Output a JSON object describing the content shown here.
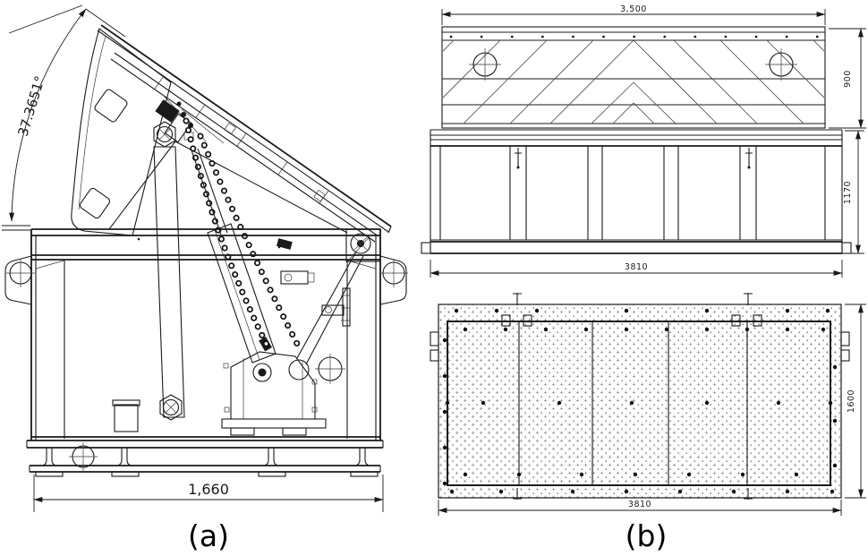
{
  "figure": {
    "label_a": "(a)",
    "label_b": "(b)"
  },
  "view_a": {
    "angle": "37.3651°",
    "base_width": "1,660"
  },
  "view_b_top": {
    "width": "3,500",
    "height": "900"
  },
  "view_b_front": {
    "width": "3810",
    "height": "1170"
  },
  "view_b_plan": {
    "width": "3810",
    "height": "1600"
  },
  "colors": {
    "line": "#1a1a1a",
    "texture": "#8c8c8c",
    "background": "#ffffff"
  }
}
